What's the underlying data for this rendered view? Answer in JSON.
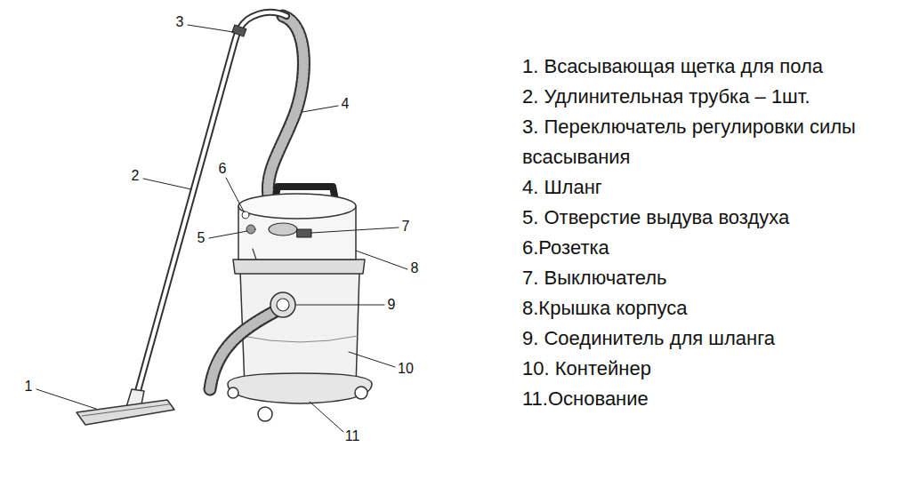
{
  "diagram": {
    "labels": [
      "3",
      "4",
      "2",
      "6",
      "5",
      "7",
      "8",
      "9",
      "10",
      "1",
      "11",
      "1. Всасывающая щетка для пола",
      "2. Удлинительная трубка – 1шт.",
      "3. Переключатель регулировки силы всасывания",
      "4. Шланг",
      "5. Отверстие выдува воздуха",
      "6.Розетка",
      "7. Выключатель",
      "8.Крышка корпуса",
      "9. Соединитель для шланга",
      "10. Контейнер",
      "11.Основание"
    ]
  }
}
